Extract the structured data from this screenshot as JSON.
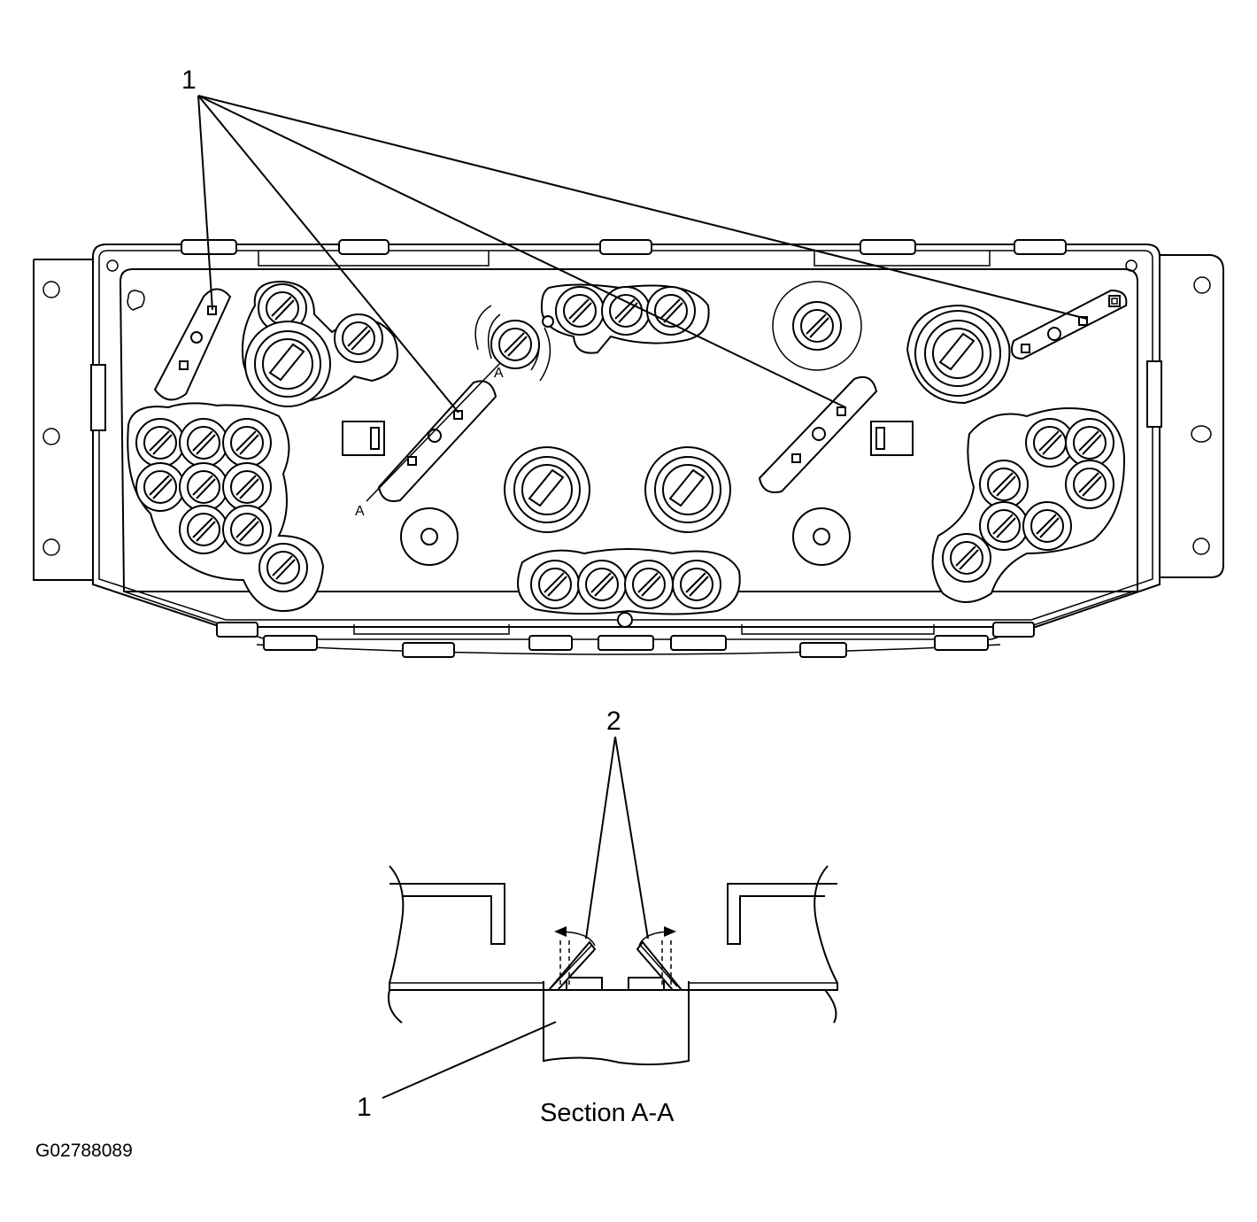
{
  "callouts": {
    "main_top": "1",
    "section_top": "2",
    "section_bottom": "1"
  },
  "section_marks": {
    "a_upper": "A",
    "a_lower": "A"
  },
  "section_title": "Section A-A",
  "figure_id": "G02788089"
}
